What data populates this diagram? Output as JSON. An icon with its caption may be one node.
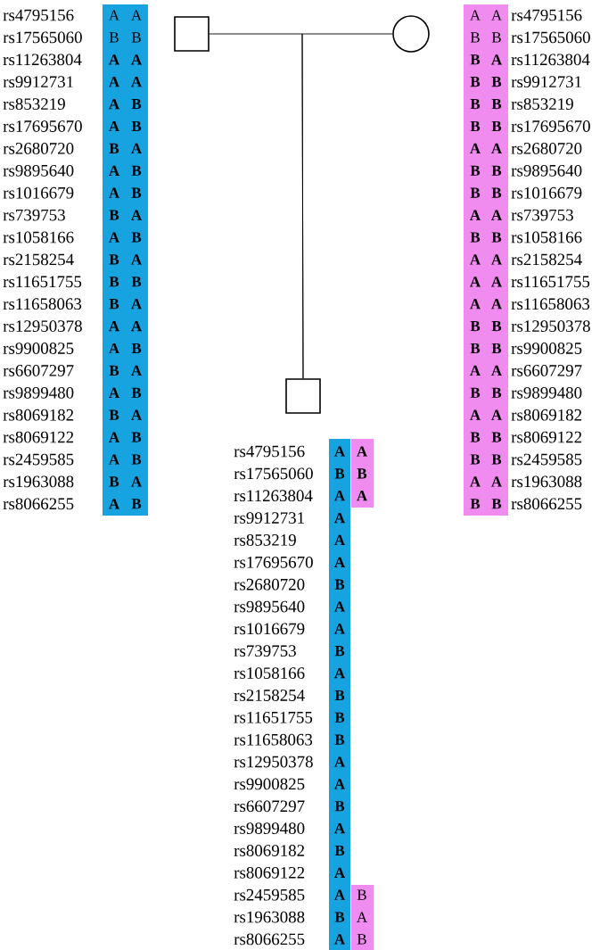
{
  "diagram": {
    "nodes": [
      {
        "text": [],
        "shape": "box"
      },
      {
        "text": [],
        "shape": "circle"
      },
      {
        "text": [],
        "shape": "box"
      }
    ],
    "edges": [
      {
        "from": 0,
        "to": 2,
        "arrow": "none"
      },
      {
        "from": 1,
        "to": 2,
        "arrow": "none"
      }
    ],
    "labels": [
      "rs4795156",
      "A",
      "A",
      "rs17565060",
      "B",
      "B",
      "rs11263804",
      "A",
      "A",
      "rs9912731",
      "A",
      "A",
      "rs853219",
      "A",
      "B",
      "rs17695670",
      "A",
      "B",
      "rs2680720",
      "B",
      "A",
      "rs9895640",
      "A",
      "B",
      "rs1016679",
      "A",
      "B",
      "rs739753",
      "B",
      "A",
      "rs1058166",
      "A",
      "B",
      "rs2158254",
      "B",
      "A",
      "rs11651755",
      "B",
      "B",
      "rs11658063",
      "B",
      "A",
      "rs12950378",
      "A",
      "A",
      "rs9900825",
      "A",
      "B",
      "rs6607297",
      "B",
      "A",
      "rs9899480",
      "A",
      "B",
      "rs8069182",
      "B",
      "A",
      "rs8069122",
      "A",
      "B",
      "rs2459585",
      "A",
      "B",
      "rs1963088",
      "B",
      "A",
      "rs8066255",
      "A",
      "B",
      "A",
      "A",
      "rs4795156",
      "B",
      "B",
      "rs17565060",
      "B",
      "A",
      "rs11263804",
      "B",
      "B",
      "rs9912731",
      "B",
      "B",
      "rs853219",
      "B",
      "B",
      "rs17695670",
      "A",
      "A",
      "rs2680720",
      "B",
      "B",
      "rs9895640",
      "B",
      "B",
      "rs1016679",
      "A",
      "A",
      "rs739753",
      "B",
      "B",
      "rs1058166",
      "A",
      "A",
      "rs2158254",
      "A",
      "A",
      "rs11651755",
      "A",
      "A",
      "rs11658063",
      "B",
      "B",
      "rs12950378",
      "B",
      "B",
      "rs9900825",
      "A",
      "A",
      "rs6607297",
      "B",
      "B",
      "rs9899480",
      "A",
      "A",
      "rs8069182",
      "B",
      "B",
      "rs8069122",
      "B",
      "B",
      "rs2459585",
      "A",
      "A",
      "rs1963088",
      "B",
      "B",
      "rs8066255",
      "rs4795156",
      "A",
      "A",
      "rs17565060",
      "B",
      "B",
      "rs11263804",
      "A",
      "A",
      "rs9912731",
      "A",
      "rs853219",
      "A",
      "rs17695670",
      "A",
      "rs2680720",
      "B",
      "rs9895640",
      "A",
      "rs1016679",
      "A",
      "rs739753",
      "B",
      "rs1058166",
      "A",
      "rs2158254",
      "B",
      "rs11651755",
      "B",
      "rs11658063",
      "B",
      "rs12950378",
      "A",
      "rs9900825",
      "A",
      "rs6607297",
      "B",
      "rs9899480",
      "A",
      "rs8069182",
      "B",
      "rs8069122",
      "A",
      "rs2459585",
      "A",
      "B",
      "rs1963088",
      "B",
      "A",
      "rs8066255",
      "A",
      "B"
    ]
  }
}
